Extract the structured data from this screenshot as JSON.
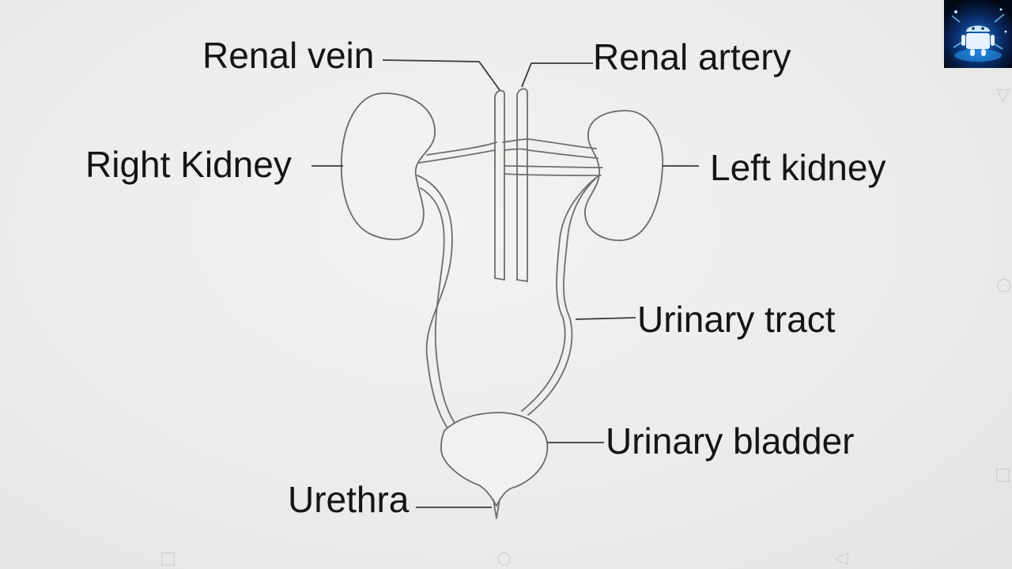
{
  "diagram": {
    "labels": {
      "renal_vein": "Renal vein",
      "renal_artery": "Renal artery",
      "right_kidney": "Right Kidney",
      "left_kidney": "Left kidney",
      "urinary_tract": "Urinary tract",
      "urinary_bladder": "Urinary bladder",
      "urethra": "Urethra"
    }
  },
  "overlay": {
    "logo_icon": "android-robot-icon",
    "nav_icons": [
      "back-triangle-icon",
      "home-circle-icon",
      "recents-square-icon"
    ]
  },
  "colors": {
    "background": "#ececea",
    "pencil": "#6e6e6e",
    "text": "#151515"
  }
}
